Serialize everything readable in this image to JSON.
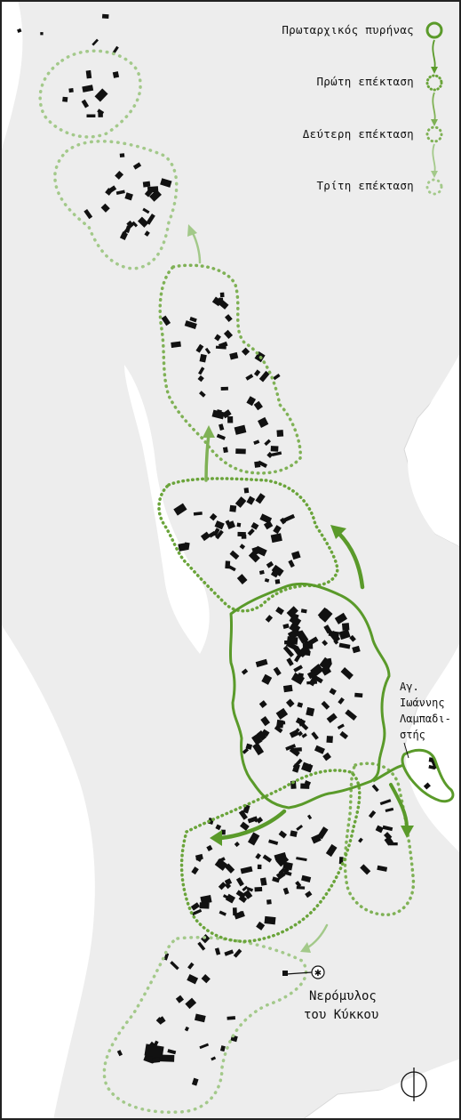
{
  "legend": {
    "items": [
      {
        "label": "Πρωταρχικός πυρήνας",
        "style": "solid",
        "color": "#5a9a2a"
      },
      {
        "label": "Πρώτη επέκταση",
        "style": "dense-dots",
        "color": "#6aa43a"
      },
      {
        "label": "Δεύτερη επέκταση",
        "style": "dots",
        "color": "#7fb155"
      },
      {
        "label": "Τρίτη επέκταση",
        "style": "sparse-dots",
        "color": "#a3c98a"
      }
    ]
  },
  "labels": {
    "church": [
      "Αγ.",
      "Ιωάννης",
      "Λαμπαδι-",
      "στής"
    ],
    "mill": [
      "Νερόμυλος",
      "του Κύκκου"
    ]
  },
  "colors": {
    "land": "#ededed",
    "land_edge": "#d9d9d9",
    "background": "#ffffff",
    "building": "#111111",
    "frame": "#222222"
  },
  "icons": {
    "north_arrow": "north-arrow-icon",
    "mill_marker": "star-circle-icon"
  }
}
